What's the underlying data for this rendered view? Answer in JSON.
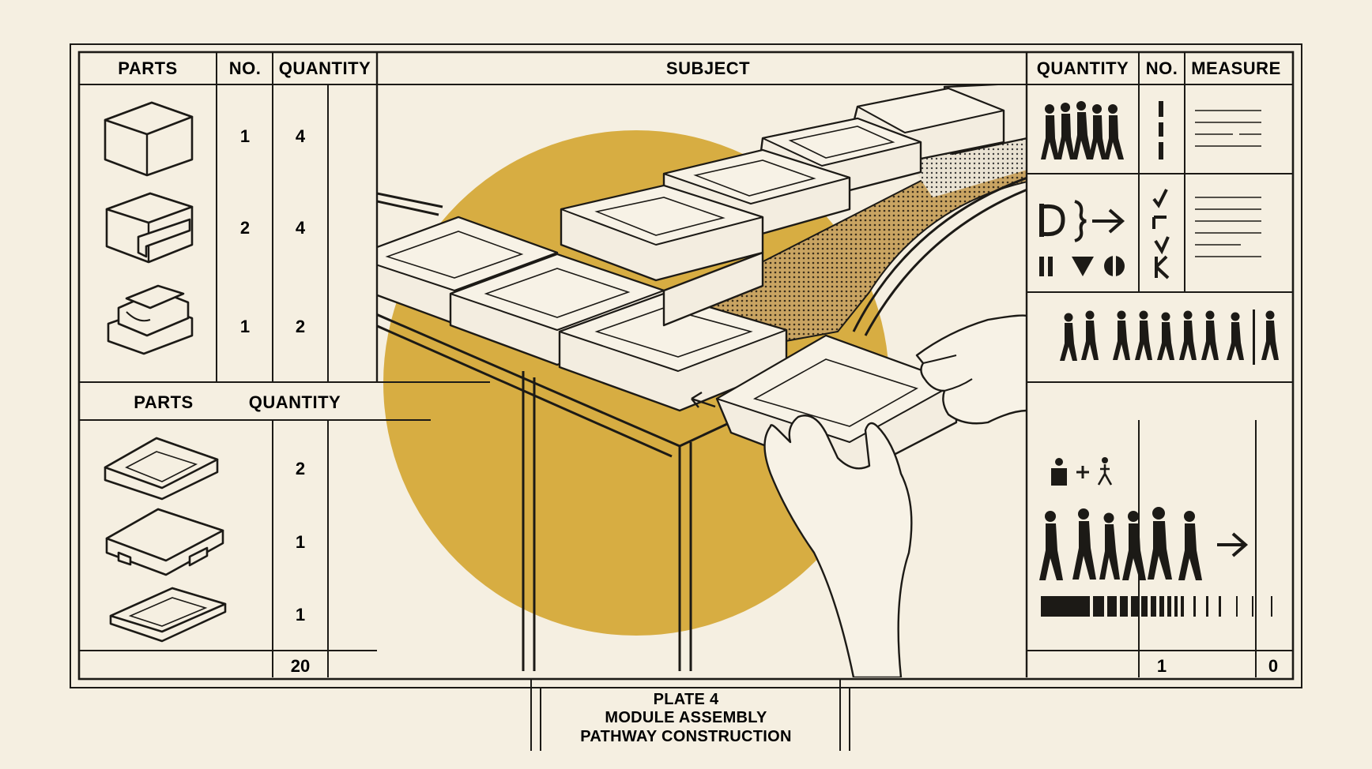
{
  "colors": {
    "paper": "#f5efe1",
    "ink": "#1c1a16",
    "accent_circle": "#d7ad42",
    "dotted_fill": "#bf9a55"
  },
  "left_table": {
    "headers": {
      "parts": "PARTS",
      "no": "NO.",
      "quantity": "QUANTITY"
    },
    "rows": [
      {
        "part_icon": "cube-part-icon",
        "no": "1",
        "quantity": "4"
      },
      {
        "part_icon": "notched-block-part-icon",
        "no": "2",
        "quantity": "4"
      },
      {
        "part_icon": "stepped-block-part-icon",
        "no": "1",
        "quantity": "2"
      }
    ]
  },
  "left_lower_table": {
    "headers": {
      "parts": "PARTS",
      "quantity": "QUANTITY"
    },
    "rows": [
      {
        "part_icon": "flat-tile-part-icon",
        "quantity": "2"
      },
      {
        "part_icon": "footed-tile-part-icon",
        "quantity": "1"
      },
      {
        "part_icon": "thin-slab-part-icon",
        "quantity": "1"
      }
    ],
    "total": "20"
  },
  "center": {
    "header": "SUBJECT",
    "illustration": "hands-placing-module-tile-on-pathway"
  },
  "right_table": {
    "headers": {
      "quantity": "QUANTITY",
      "no": "NO.",
      "measure": "MEASURE"
    },
    "footer": {
      "no": "1",
      "measure": "0"
    }
  },
  "title_block": {
    "line1": "PLATE 4",
    "line2": "MODULE ASSEMBLY",
    "line3": "PATHWAY CONSTRUCTION"
  }
}
